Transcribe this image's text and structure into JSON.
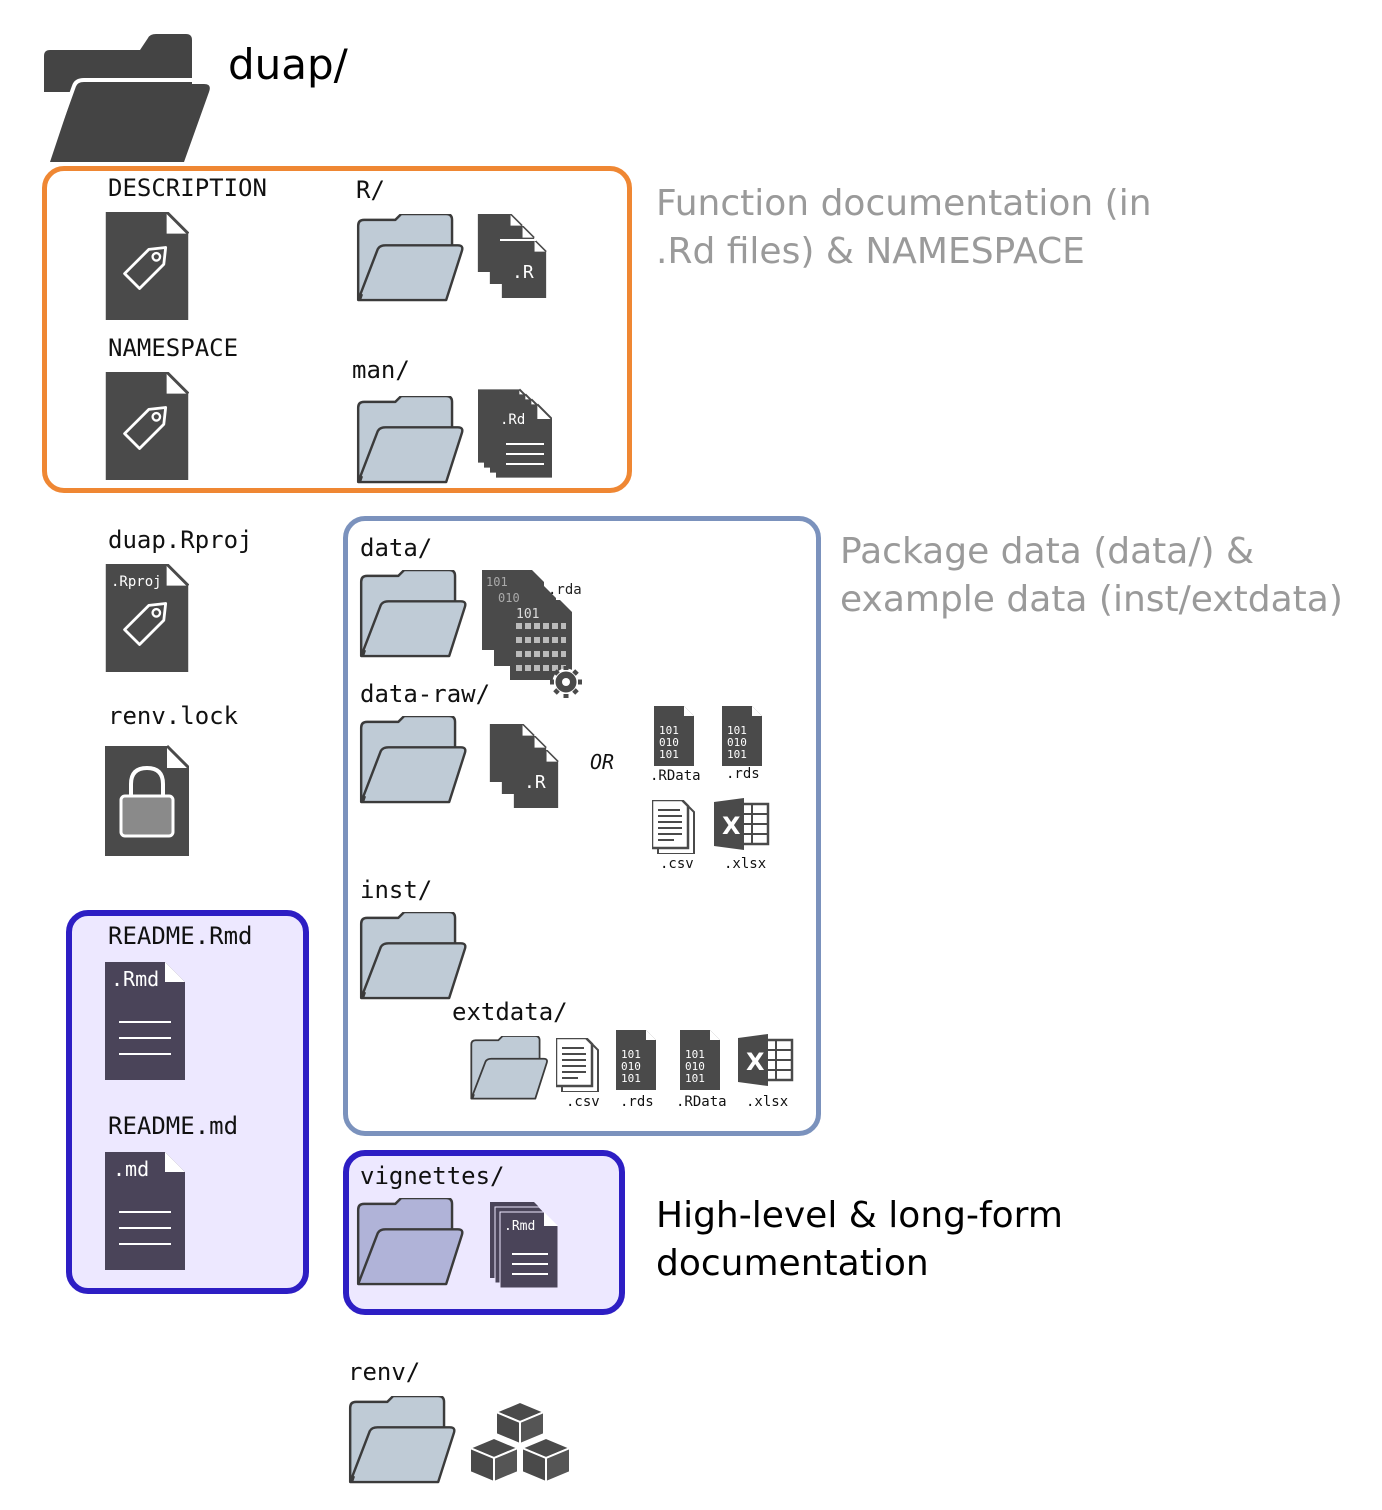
{
  "root": {
    "label": "duap/"
  },
  "annotations": {
    "function_docs": [
      "Function documentation (in",
      ".Rd files) & NAMESPACE"
    ],
    "package_data": [
      "Package data (data/) &",
      "example data (inst/extdata)"
    ],
    "high_level": [
      "High-level & long-form",
      "documentation"
    ]
  },
  "files": {
    "description": "DESCRIPTION",
    "namespace": "NAMESPACE",
    "rproj": "duap.Rproj",
    "renv_lock": "renv.lock",
    "readme_rmd": "README.Rmd",
    "readme_md": "README.md"
  },
  "folders": {
    "r": "R/",
    "man": "man/",
    "data": "data/",
    "data_raw": "data-raw/",
    "inst": "inst/",
    "extdata": "extdata/",
    "vignettes": "vignettes/",
    "renv": "renv/"
  },
  "file_tags": {
    "r_ext": ".R",
    "rd_ext": ".Rd",
    "rproj_ext": ".Rproj",
    "rmd_ext": ".Rmd",
    "md_ext": ".md",
    "rda_ext": ".rda",
    "rdata_ext": ".RData",
    "rds_ext": ".rds",
    "csv_ext": ".csv",
    "xlsx_ext": ".xlsx",
    "or_text": "OR",
    "binary_line1": "101",
    "binary_line2": "010",
    "binary_line3": "101",
    "excel_letter": "X"
  },
  "colors": {
    "orange_border": "#ef8733",
    "blue_border": "#7b92bd",
    "purple_border": "#2d1ec4",
    "purple_fill": "#ede8ff",
    "folder_fill": "#bfcbd6",
    "icon_dark": "#4a4a4a",
    "annotation_gray": "#9a9a9a"
  }
}
